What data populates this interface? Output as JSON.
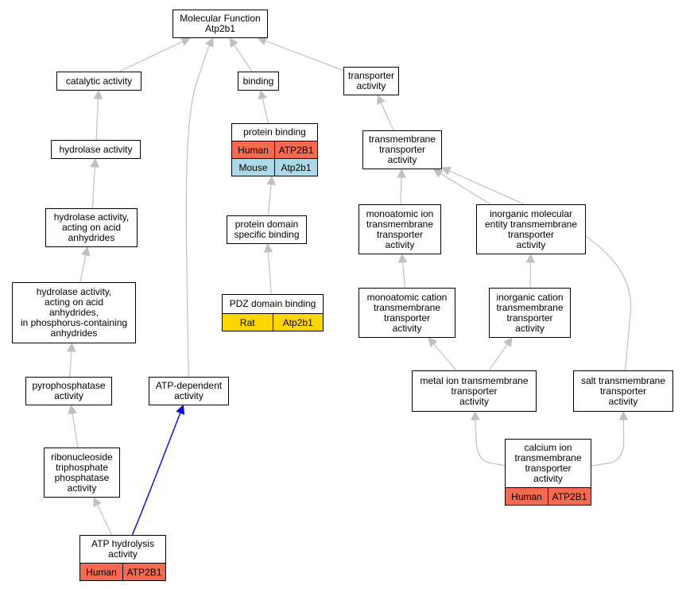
{
  "colors": {
    "edge": "#c0c0c0",
    "highlight_edge": "#0000ff",
    "Human": "#f4694f",
    "Mouse": "#add8e6",
    "Rat": "#ffd700"
  },
  "nodes": [
    {
      "id": "mf",
      "label": "Molecular Function\nAtp2b1",
      "rows": []
    },
    {
      "id": "catalytic",
      "label": "catalytic activity",
      "rows": []
    },
    {
      "id": "binding",
      "label": "binding",
      "rows": []
    },
    {
      "id": "transporter",
      "label": "transporter\nactivity",
      "rows": []
    },
    {
      "id": "hydrolase",
      "label": "hydrolase activity",
      "rows": []
    },
    {
      "id": "protein_binding",
      "label": "protein binding",
      "rows": [
        {
          "species": "Human",
          "gene": "ATP2B1"
        },
        {
          "species": "Mouse",
          "gene": "Atp2b1"
        }
      ]
    },
    {
      "id": "tm_transporter",
      "label": "transmembrane\ntransporter\nactivity",
      "rows": []
    },
    {
      "id": "hydrolase_anhydrides",
      "label": "hydrolase activity,\nacting on acid\nanhydrides",
      "rows": []
    },
    {
      "id": "domain_binding",
      "label": "protein domain\nspecific binding",
      "rows": []
    },
    {
      "id": "monoatomic_ion",
      "label": "monoatomic ion\ntransmembrane\ntransporter\nactivity",
      "rows": []
    },
    {
      "id": "inorganic_molecular",
      "label": "inorganic molecular\nentity transmembrane\ntransporter\nactivity",
      "rows": []
    },
    {
      "id": "hydrolase_phosphorus",
      "label": "hydrolase activity,\nacting on acid\nanhydrides,\nin phosphorus-containing\nanhydrides",
      "rows": []
    },
    {
      "id": "pdz",
      "label": "PDZ domain binding",
      "rows": [
        {
          "species": "Rat",
          "gene": "Atp2b1"
        }
      ]
    },
    {
      "id": "monoatomic_cation",
      "label": "monoatomic cation\ntransmembrane\ntransporter\nactivity",
      "rows": []
    },
    {
      "id": "inorganic_cation",
      "label": "inorganic cation\ntransmembrane\ntransporter\nactivity",
      "rows": []
    },
    {
      "id": "pyrophosphatase",
      "label": "pyrophosphatase\nactivity",
      "rows": []
    },
    {
      "id": "atp_dependent",
      "label": "ATP-dependent\nactivity",
      "rows": []
    },
    {
      "id": "metal_ion",
      "label": "metal ion transmembrane\ntransporter\nactivity",
      "rows": []
    },
    {
      "id": "salt",
      "label": "salt transmembrane\ntransporter\nactivity",
      "rows": []
    },
    {
      "id": "ribonucleoside",
      "label": "ribonucleoside\ntriphosphate\nphosphatase\nactivity",
      "rows": []
    },
    {
      "id": "calcium",
      "label": "calcium ion\ntransmembrane\ntransporter\nactivity",
      "rows": [
        {
          "species": "Human",
          "gene": "ATP2B1"
        }
      ]
    },
    {
      "id": "atp_hydrolysis",
      "label": "ATP hydrolysis\nactivity",
      "rows": [
        {
          "species": "Human",
          "gene": "ATP2B1"
        }
      ]
    }
  ],
  "edges": [
    {
      "from": "catalytic",
      "to": "mf"
    },
    {
      "from": "binding",
      "to": "mf"
    },
    {
      "from": "transporter",
      "to": "mf"
    },
    {
      "from": "atp_dependent",
      "to": "mf"
    },
    {
      "from": "hydrolase",
      "to": "catalytic"
    },
    {
      "from": "protein_binding",
      "to": "binding"
    },
    {
      "from": "tm_transporter",
      "to": "transporter"
    },
    {
      "from": "hydrolase_anhydrides",
      "to": "hydrolase"
    },
    {
      "from": "domain_binding",
      "to": "protein_binding"
    },
    {
      "from": "monoatomic_ion",
      "to": "tm_transporter"
    },
    {
      "from": "inorganic_molecular",
      "to": "tm_transporter"
    },
    {
      "from": "salt",
      "to": "tm_transporter"
    },
    {
      "from": "hydrolase_phosphorus",
      "to": "hydrolase_anhydrides"
    },
    {
      "from": "pdz",
      "to": "domain_binding"
    },
    {
      "from": "monoatomic_cation",
      "to": "monoatomic_ion"
    },
    {
      "from": "inorganic_cation",
      "to": "inorganic_molecular"
    },
    {
      "from": "pyrophosphatase",
      "to": "hydrolase_phosphorus"
    },
    {
      "from": "metal_ion",
      "to": "monoatomic_cation"
    },
    {
      "from": "metal_ion",
      "to": "inorganic_cation"
    },
    {
      "from": "ribonucleoside",
      "to": "pyrophosphatase"
    },
    {
      "from": "calcium",
      "to": "metal_ion"
    },
    {
      "from": "calcium",
      "to": "salt"
    },
    {
      "from": "atp_hydrolysis",
      "to": "ribonucleoside"
    },
    {
      "from": "atp_hydrolysis",
      "to": "atp_dependent",
      "highlight": true
    }
  ]
}
